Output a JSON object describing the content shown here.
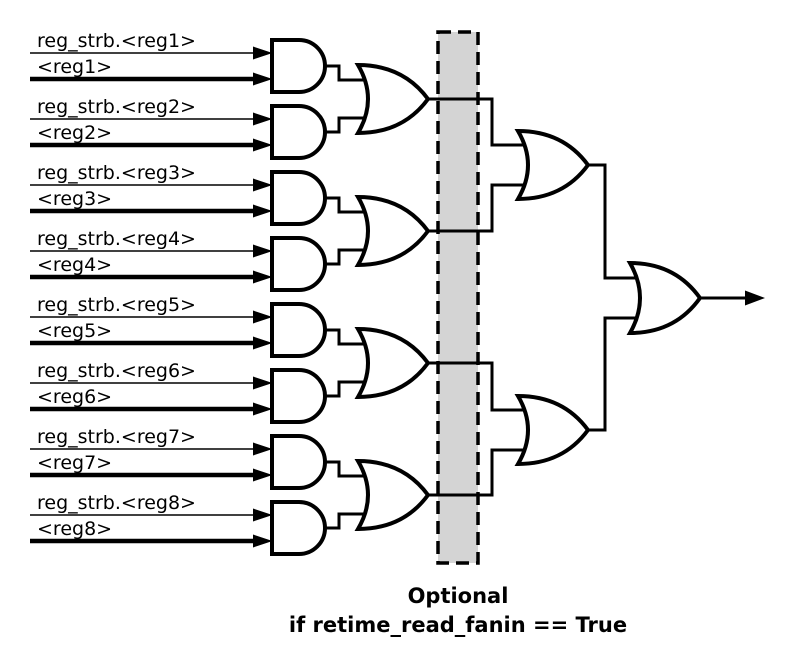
{
  "diagram": {
    "inputs": [
      {
        "strobe": "reg_strb.<reg1>",
        "data": "<reg1>"
      },
      {
        "strobe": "reg_strb.<reg2>",
        "data": "<reg2>"
      },
      {
        "strobe": "reg_strb.<reg3>",
        "data": "<reg3>"
      },
      {
        "strobe": "reg_strb.<reg4>",
        "data": "<reg4>"
      },
      {
        "strobe": "reg_strb.<reg5>",
        "data": "<reg5>"
      },
      {
        "strobe": "reg_strb.<reg6>",
        "data": "<reg6>"
      },
      {
        "strobe": "reg_strb.<reg7>",
        "data": "<reg7>"
      },
      {
        "strobe": "reg_strb.<reg8>",
        "data": "<reg8>"
      }
    ],
    "caption": {
      "line1": "Optional",
      "line2": "if retime_read_fanin == True"
    },
    "colors": {
      "wire": "#000000",
      "gate_fill": "#ffffff",
      "optional_region_fill": "#d4d4d4",
      "background": "#ffffff"
    }
  }
}
